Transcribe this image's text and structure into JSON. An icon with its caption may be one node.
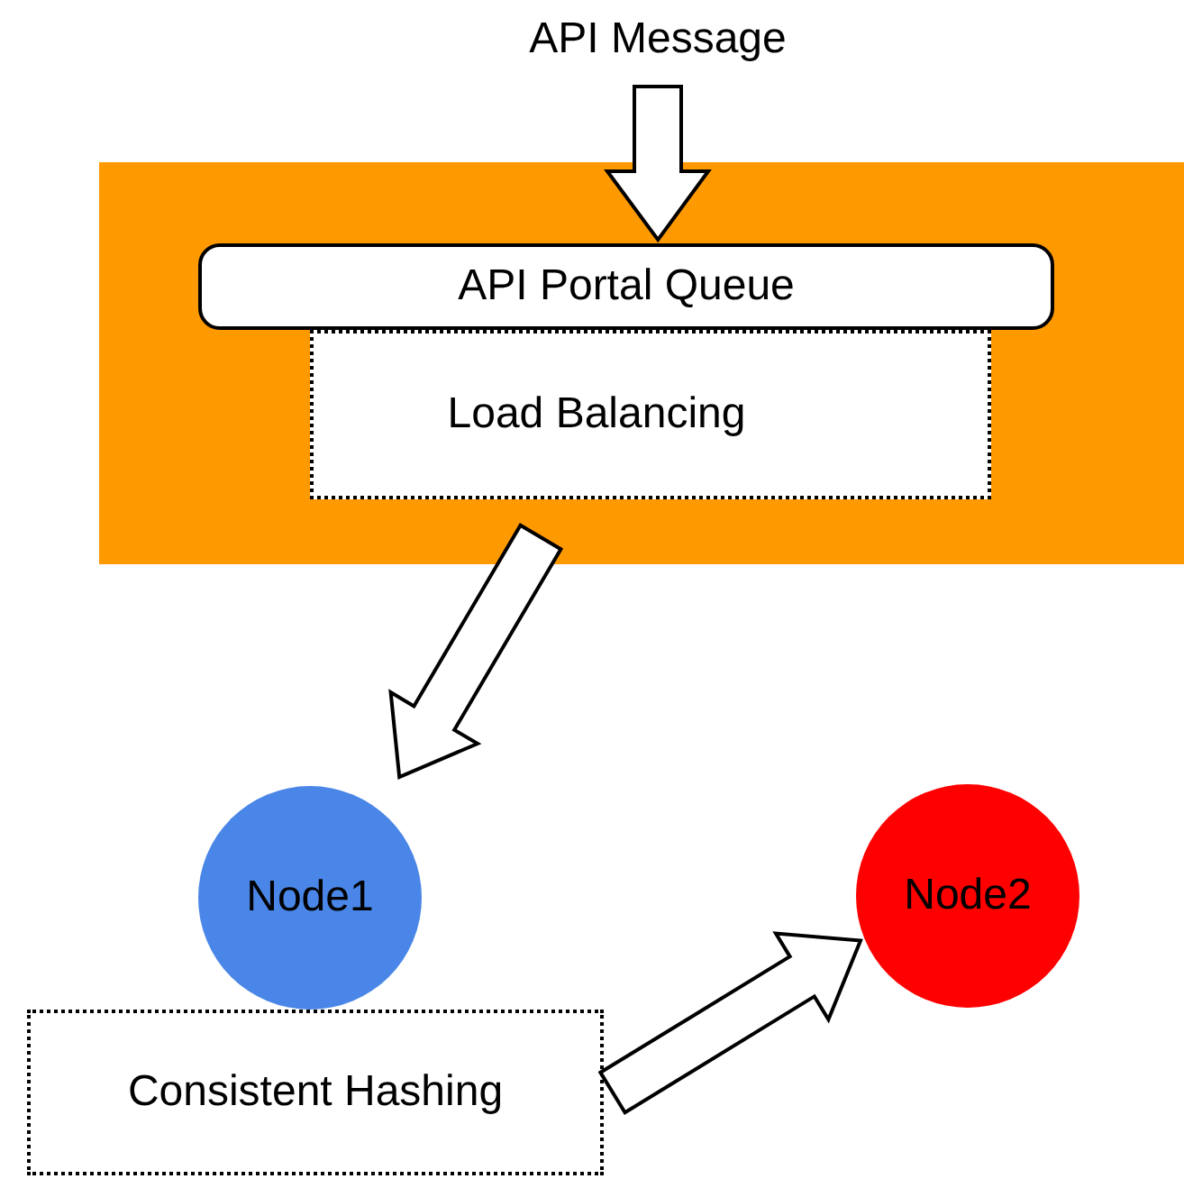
{
  "diagram": {
    "nodes": [
      {
        "text": [
          "API Message"
        ]
      },
      {
        "text": [],
        "shape": "box"
      },
      {
        "text": [
          "API Portal Queue"
        ],
        "in": 1
      },
      {
        "text": [
          "Load Balancing"
        ],
        "in": 1
      },
      {
        "text": [
          "Node1"
        ]
      },
      {
        "text": [
          "Node2"
        ]
      },
      {
        "text": [
          "Consistent Hashing"
        ]
      }
    ],
    "edges": [
      {
        "from": 0,
        "to": 2,
        "arrow": "to"
      },
      {
        "from": 1,
        "to": 4,
        "arrow": "to"
      },
      {
        "from": 6,
        "to": 5,
        "arrow": "to"
      }
    ]
  }
}
